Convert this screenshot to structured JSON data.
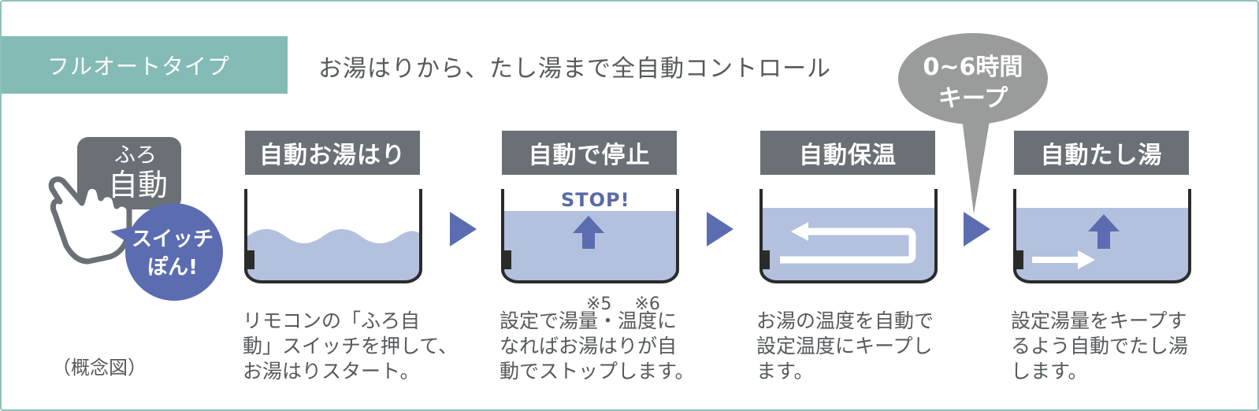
{
  "type_label": "フルオートタイプ",
  "headline": "お湯はりから、たし湯まで全自動コントロール",
  "keep_bubble": [
    "0~6時間",
    "キープ"
  ],
  "remote": {
    "screen_text": [
      "ふろ",
      "自動"
    ],
    "switch_text": [
      "スイッチ",
      "ぽん!"
    ]
  },
  "concept_label": "（概念図）",
  "steps": [
    {
      "label": "自動お湯はり",
      "notes": "",
      "desc": [
        "リモコンの「ふろ自",
        "動」スイッチを押して、",
        "お湯はりスタート。"
      ]
    },
    {
      "label": "自動で停止",
      "stop_text": "STOP!",
      "notes": "※5　 ※6",
      "desc": [
        "設定で湯量・温度に",
        "なればお湯はりが自",
        "動でストップします。"
      ]
    },
    {
      "label": "自動保温",
      "notes": "",
      "desc": [
        "お湯の温度を自動で",
        "設定温度にキープし",
        "ます。"
      ]
    },
    {
      "label": "自動たし湯",
      "notes": "",
      "desc": [
        "設定湯量をキープす",
        "るよう自動でたし湯",
        "します。"
      ]
    }
  ],
  "colors": {
    "teal": "#84bbb5",
    "label_bg": "#6a7075",
    "water": "#b3c1de",
    "accent_blue": "#5b6db0",
    "bubble_gray": "#9a9c9c",
    "text": "#555a5c"
  }
}
